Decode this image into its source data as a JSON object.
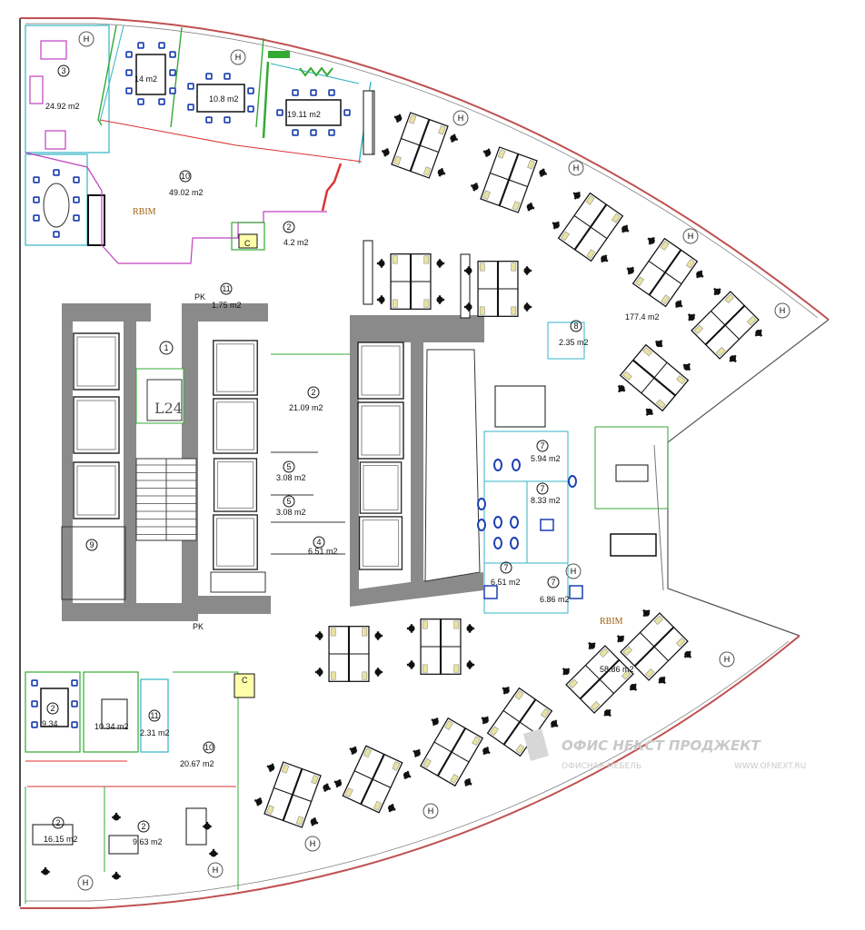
{
  "colors": {
    "outer_wall": "#c05050",
    "core": "#8a8a8a",
    "partition_green": "#33aa33",
    "partition_cyan": "#33b5c5",
    "partition_magenta": "#c040c0",
    "partition_red": "#dd3333",
    "fixture_blue": "#1a3fb0",
    "chair_black": "#111111",
    "desk_highlight": "#e8e3a0",
    "dimension_orange": "#c08020"
  },
  "icons": {
    "chair": "chair-icon",
    "tree": "tree-icon",
    "elevator": "elevator-icon",
    "toilet": "toilet-icon",
    "column": "column-icon"
  },
  "rooms": {
    "r3_top": {
      "num": "3",
      "area": "24.92 m2"
    },
    "r_meeting_a": {
      "area": "14 m2"
    },
    "r_meeting_b": {
      "area": "10.8 m2"
    },
    "r_meeting_c": {
      "area": "19.11 m2"
    },
    "r10_top": {
      "num": "10",
      "area": "49.02 m2"
    },
    "r2_top": {
      "num": "2",
      "area": "4.2 m2"
    },
    "r11_top": {
      "num": "11",
      "area": "1.75 m2"
    },
    "r1": {
      "num": "1"
    },
    "r2_core": {
      "num": "2",
      "area": "21.09 m2"
    },
    "r5a": {
      "num": "5",
      "area": "3.08 m2"
    },
    "r5b": {
      "num": "5",
      "area": "3.08 m2"
    },
    "r4": {
      "num": "4",
      "area": "6.51 m2"
    },
    "r9": {
      "num": "9"
    },
    "r8": {
      "num": "8",
      "area": "2.35 m2"
    },
    "r7a": {
      "num": "7",
      "area": "5.94 m2"
    },
    "r7b": {
      "num": "7",
      "area": "8.33 m2"
    },
    "r7c": {
      "num": "7",
      "area": "6.51 m2"
    },
    "r7d": {
      "num": "7",
      "area": "6.86 m2"
    },
    "open_top": {
      "area": "177.4 m2"
    },
    "open_bottom": {
      "area": "58.86 m2"
    },
    "r2_bl_a": {
      "num": "2",
      "area": "9.34"
    },
    "r2_bl_b": {
      "area": "10.34 m2"
    },
    "r11_bl": {
      "num": "11",
      "area": "2.31 m2"
    },
    "r10_bl": {
      "num": "10",
      "area": "20.67 m2"
    },
    "r2_bl_c": {
      "num": "2",
      "area": "16.15 m2"
    },
    "r2_bl_d": {
      "num": "2",
      "area": "9.63 m2"
    }
  },
  "labels": {
    "level": "L24",
    "rbim_top": "RBIM",
    "rbim_bottom": "RBIM",
    "shaft_c_top": "C",
    "shaft_c_bottom": "C",
    "pk_top": "PK",
    "pk_bottom": "PK",
    "h_marker": "H"
  },
  "watermark": {
    "company": "ОФИС НЕКСТ ПРОДЖЕКТ",
    "sub": "ОФИСНАЯ МЕБЕЛЬ",
    "url": "WWW.OFNEXT.RU"
  }
}
